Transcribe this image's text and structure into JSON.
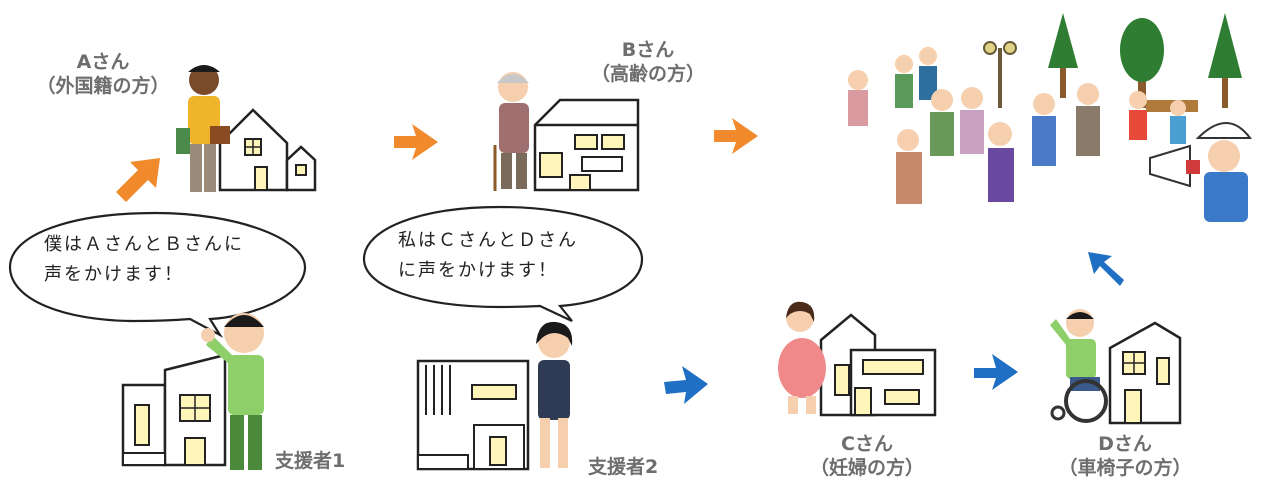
{
  "persons": {
    "a": {
      "name": "Aさん",
      "note": "（外国籍の方）"
    },
    "b": {
      "name": "Bさん",
      "note": "（高齢の方）"
    },
    "c": {
      "name": "Cさん",
      "note": "（妊婦の方）"
    },
    "d": {
      "name": "Dさん",
      "note": "（車椅子の方）"
    }
  },
  "supporters": {
    "one": {
      "label": "支援者1",
      "speech_line1": "僕はＡさんとＢさんに",
      "speech_line2": "声をかけます！"
    },
    "two": {
      "label": "支援者2",
      "speech_line1": "私はＣさんとＤさん",
      "speech_line2": "に声をかけます！"
    }
  },
  "colors": {
    "arrow_orange": "#f08a2c",
    "arrow_blue": "#1f6fc4",
    "label_gray": "#6e6e6e"
  }
}
